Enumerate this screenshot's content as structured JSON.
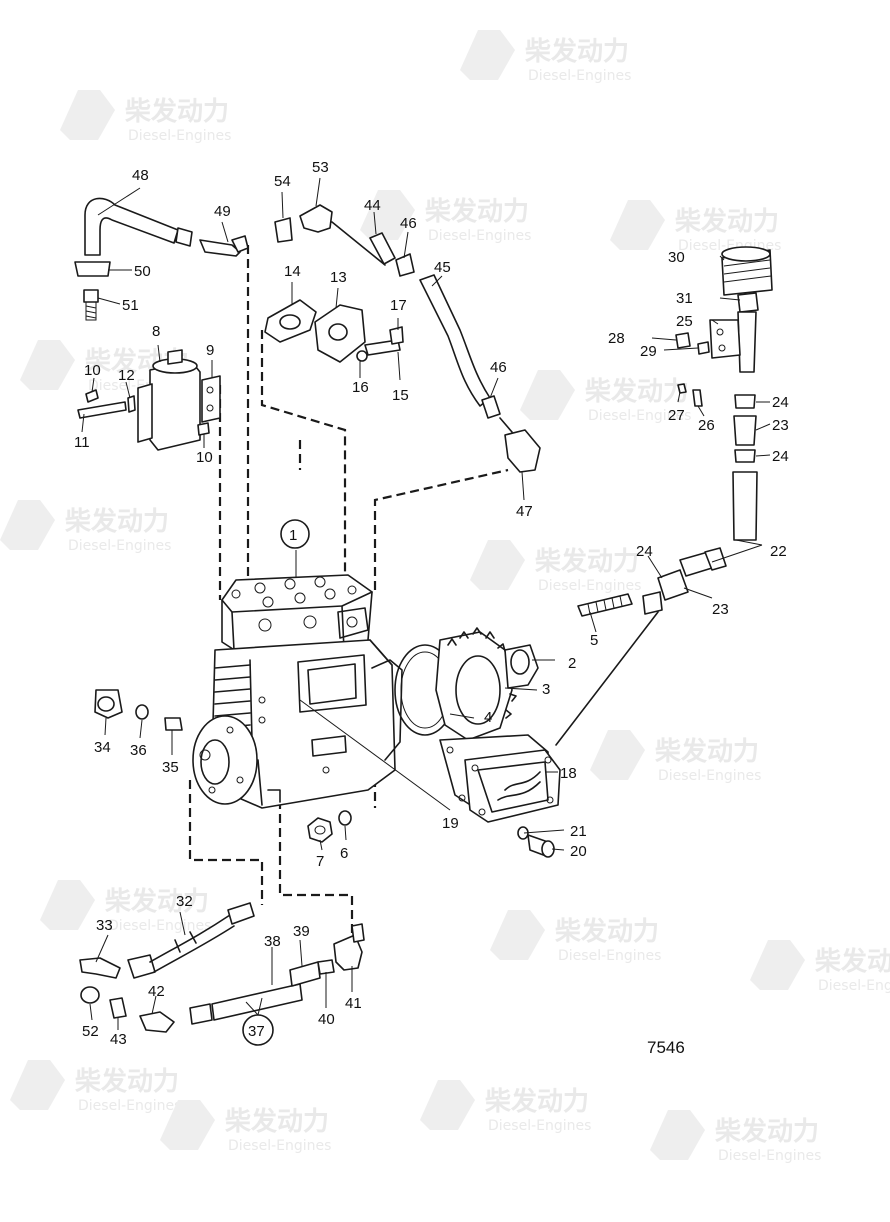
{
  "watermark": {
    "cn": "柴发动力",
    "en": "Diesel-Engines"
  },
  "figure_number": "7546",
  "callouts": {
    "c1": "1",
    "c2": "2",
    "c3": "3",
    "c4": "4",
    "c5": "5",
    "c6": "6",
    "c7": "7",
    "c8": "8",
    "c9": "9",
    "c10a": "10",
    "c10b": "10",
    "c11": "11",
    "c12": "12",
    "c13": "13",
    "c14": "14",
    "c15": "15",
    "c16": "16",
    "c17": "17",
    "c18": "18",
    "c19": "19",
    "c20": "20",
    "c21": "21",
    "c22": "22",
    "c23a": "23",
    "c23b": "23",
    "c24a": "24",
    "c24b": "24",
    "c24c": "24",
    "c25": "25",
    "c26": "26",
    "c27": "27",
    "c28": "28",
    "c29": "29",
    "c30": "30",
    "c31": "31",
    "c32": "32",
    "c33": "33",
    "c34": "34",
    "c35": "35",
    "c36": "36",
    "c37": "37",
    "c38": "38",
    "c39": "39",
    "c40": "40",
    "c41": "41",
    "c42": "42",
    "c43": "43",
    "c44": "44",
    "c45": "45",
    "c46a": "46",
    "c46b": "46",
    "c47": "47",
    "c48": "48",
    "c49": "49",
    "c50": "50",
    "c51": "51",
    "c52": "52",
    "c53": "53",
    "c54": "54"
  }
}
